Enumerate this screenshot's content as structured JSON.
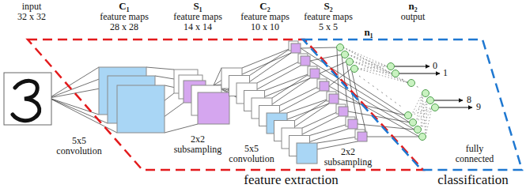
{
  "diagram": {
    "nodes": [
      {
        "text": [
          "feature extraction"
        ]
      },
      {
        "text": [
          "classification"
        ]
      }
    ],
    "labels": [
      "input",
      "32 x 32",
      "C₁",
      "feature maps",
      "28 x 28",
      "S₁",
      "feature maps",
      "14 x 14",
      "C₂",
      "feature maps",
      "10 x 10",
      "S₂",
      "feature maps",
      "5 x 5",
      "n₁",
      "n₂",
      "output",
      "0",
      "1",
      "8",
      "9",
      "5x5 convolution",
      "2x2 subsampling",
      "5x5 convolution",
      "2x2 subsampling",
      "fully connected"
    ]
  }
}
